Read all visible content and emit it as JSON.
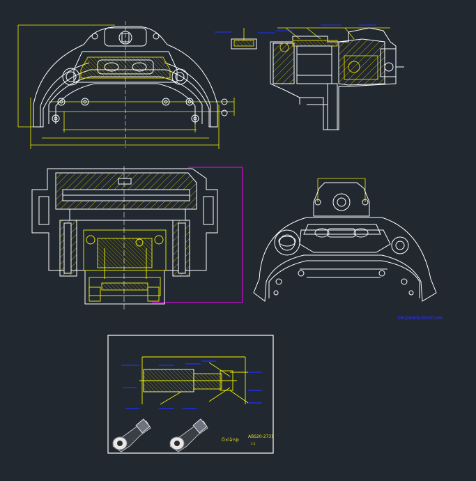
{
  "drawing": {
    "background": "#212830",
    "colors": {
      "line": "#ffffff",
      "dimension": "#f4f400",
      "hatch": "#e8d800",
      "leader": "#2230ff",
      "boundary": "#ff00ff"
    }
  },
  "views": {
    "front_view": {
      "name": "caliper-front-view"
    },
    "side_section": {
      "name": "caliper-side-section-view"
    },
    "top_section": {
      "name": "caliper-top-section-view"
    },
    "iso_view": {
      "name": "caliper-isometric-view"
    }
  },
  "detail_sheet": {
    "caption": "Ö×Ìå¼þ",
    "title_block_text": "ABS20-2731",
    "sub_text": "1:1"
  },
  "sheet_note": "ZHUJIANGLIANGYUAN"
}
